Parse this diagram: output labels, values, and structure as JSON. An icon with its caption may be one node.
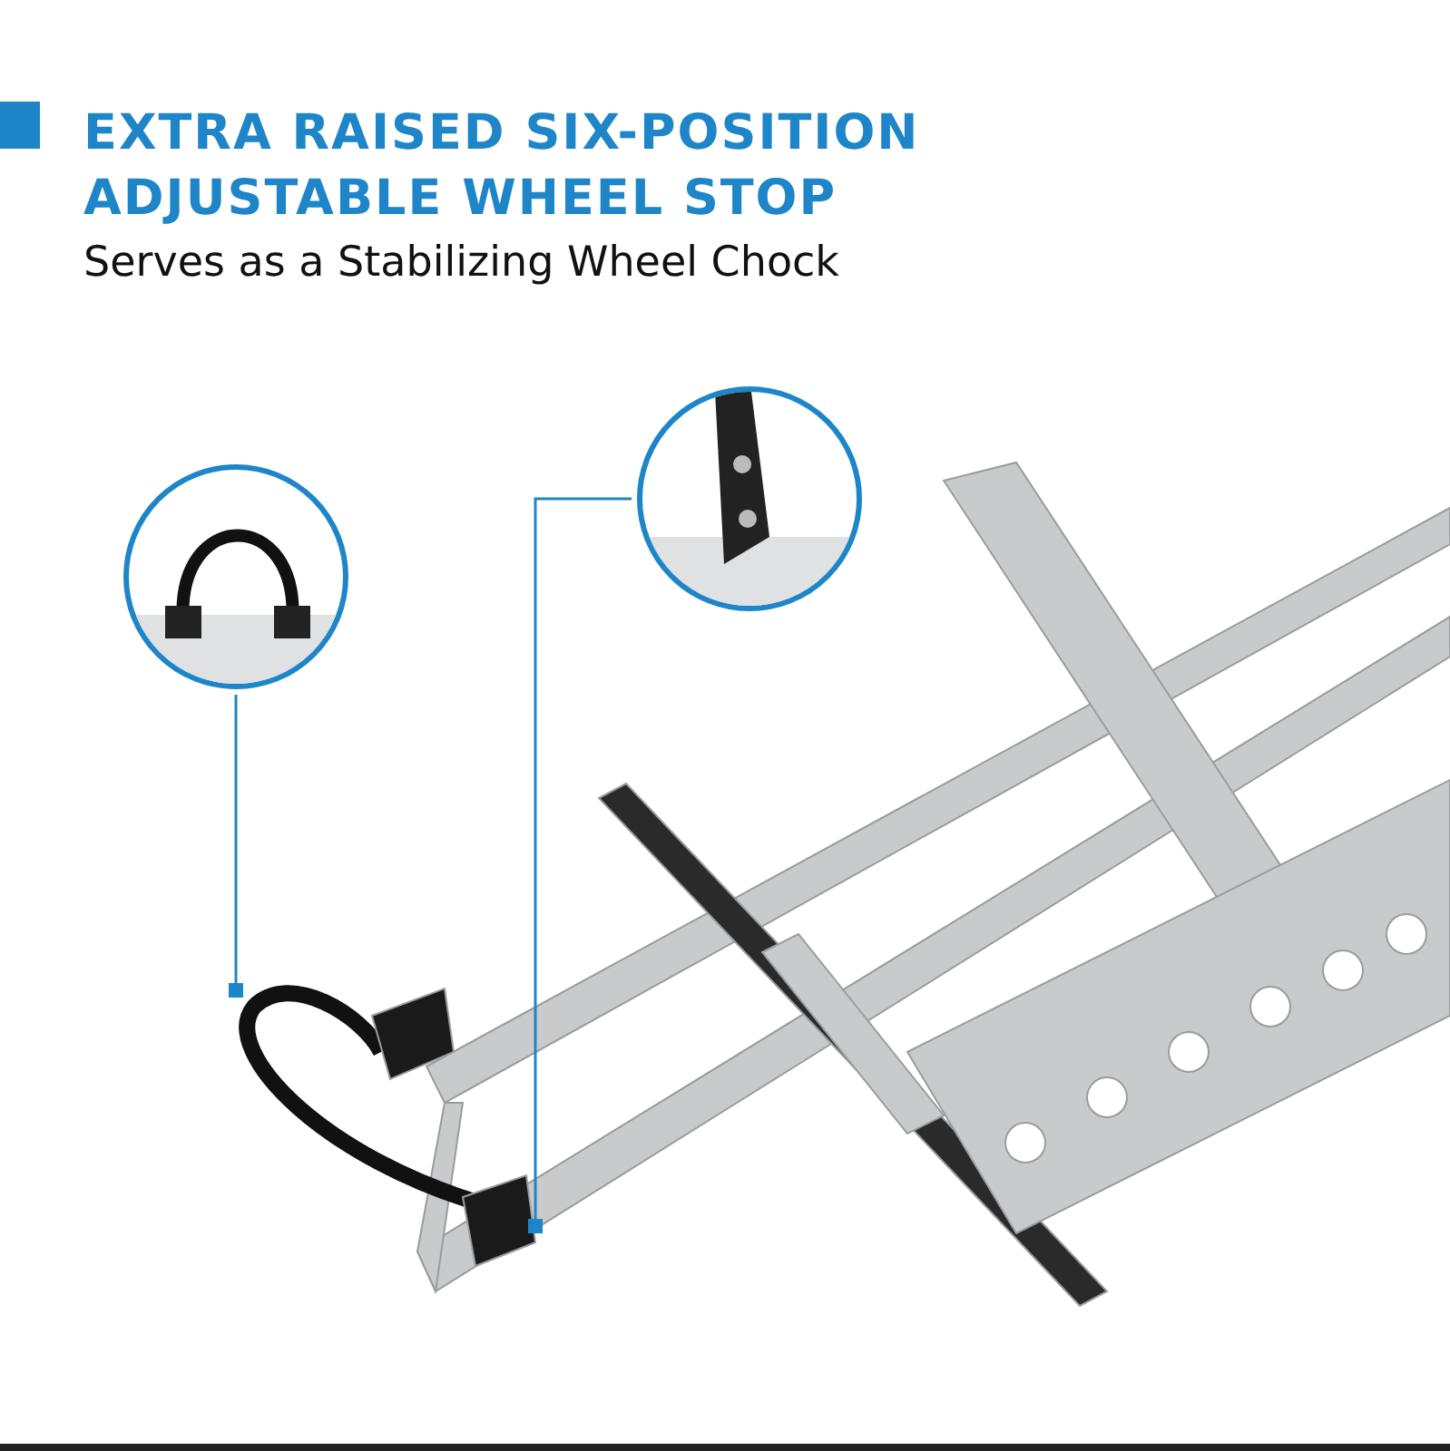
{
  "diagram": {
    "title": "EXTRA RAISED SIX-POSITION ADJUSTABLE WHEEL STOP",
    "nodes": [
      {
        "text": [],
        "shape": "picture"
      },
      {
        "text": [],
        "shape": "picture"
      }
    ],
    "edges": [
      {
        "from": 0,
        "to": null,
        "arrow": "other"
      },
      {
        "from": 1,
        "to": null,
        "arrow": "other"
      }
    ],
    "labels": [
      "Serves as a Stabilizing Wheel Chock"
    ]
  }
}
